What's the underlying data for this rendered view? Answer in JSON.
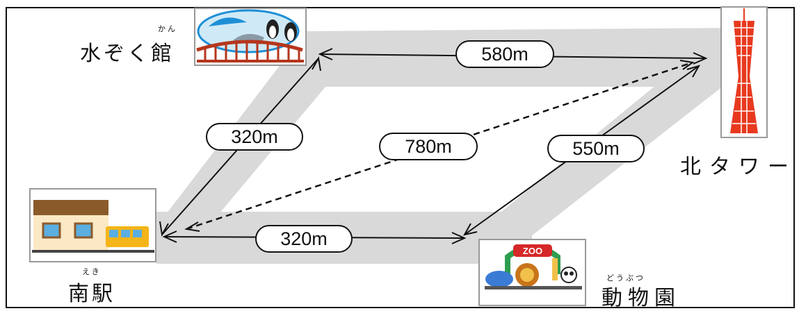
{
  "places": {
    "aquarium": {
      "name": "水ぞく館",
      "ruby": "かん",
      "icon": "aquarium-icon"
    },
    "tower": {
      "name": "北タワー",
      "icon": "tower-icon"
    },
    "station": {
      "name": "南駅",
      "ruby": "えき",
      "icon": "station-icon"
    },
    "zoo": {
      "name": "動物園",
      "ruby": "どうぶつ",
      "sign": "ZOO",
      "icon": "zoo-icon"
    }
  },
  "distances": {
    "aquarium_tower": "580m",
    "aquarium_station": "320m",
    "station_tower": "780m",
    "zoo_tower": "550m",
    "station_zoo": "320m"
  },
  "colors": {
    "road": "#d9d9d9",
    "line": "#111111",
    "tower": "#e8391f",
    "train": "#f5b417",
    "water": "#1e8fd6"
  }
}
